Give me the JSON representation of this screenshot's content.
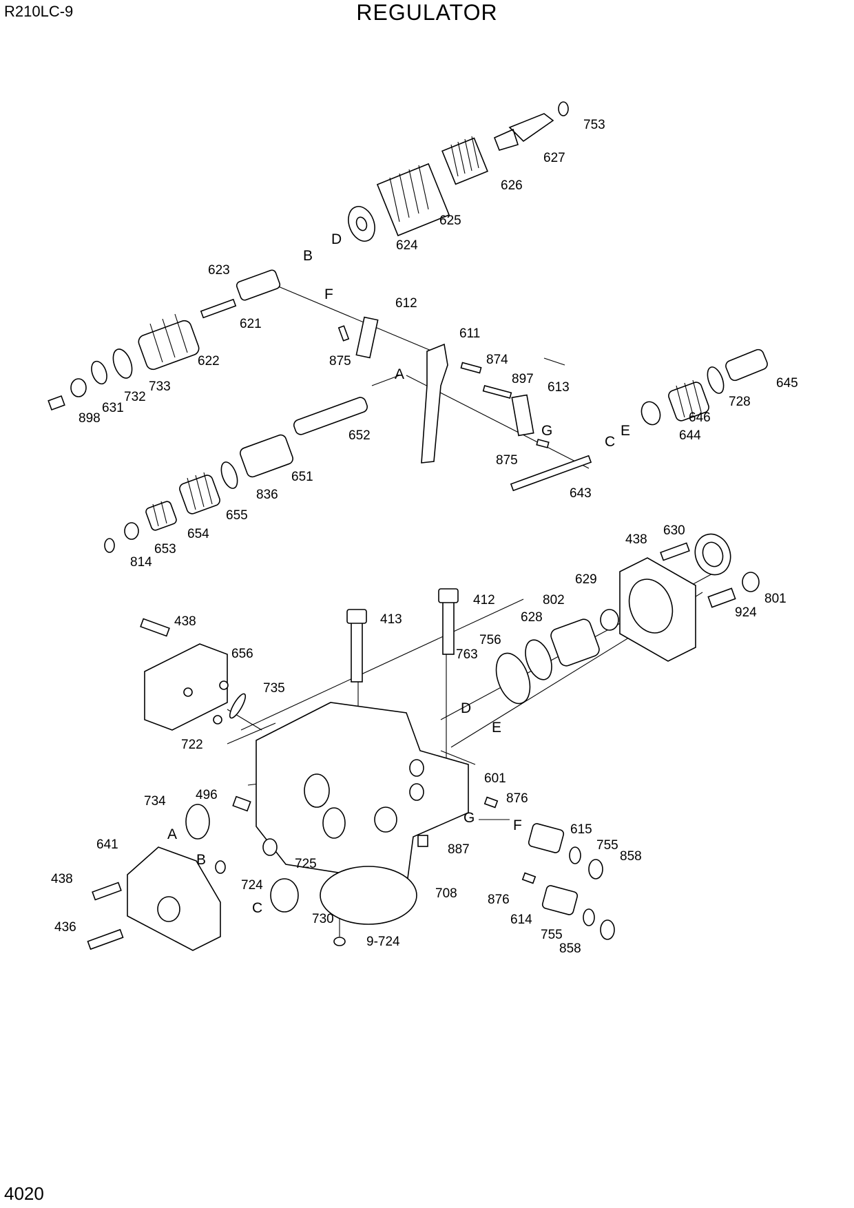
{
  "header": {
    "model": "R210LC-9",
    "title": "REGULATOR"
  },
  "footer": {
    "page_number": "4020"
  },
  "part_labels": [
    "753",
    "627",
    "626",
    "625",
    "624",
    "623",
    "621",
    "622",
    "612",
    "611",
    "875",
    "874",
    "897",
    "613",
    "733",
    "732",
    "631",
    "898",
    "652",
    "651",
    "836",
    "655",
    "654",
    "653",
    "814",
    "645",
    "728",
    "646",
    "644",
    "643",
    "630",
    "438",
    "629",
    "801",
    "924",
    "802",
    "628",
    "756",
    "763",
    "412",
    "413",
    "438",
    "656",
    "735",
    "722",
    "601",
    "876",
    "615",
    "755",
    "858",
    "734",
    "496",
    "641",
    "438",
    "436",
    "724",
    "725",
    "730",
    "708",
    "9-724",
    "887",
    "876",
    "614",
    "755",
    "858",
    "875"
  ],
  "reference_letters": [
    "A",
    "B",
    "C",
    "D",
    "E",
    "F",
    "G"
  ]
}
